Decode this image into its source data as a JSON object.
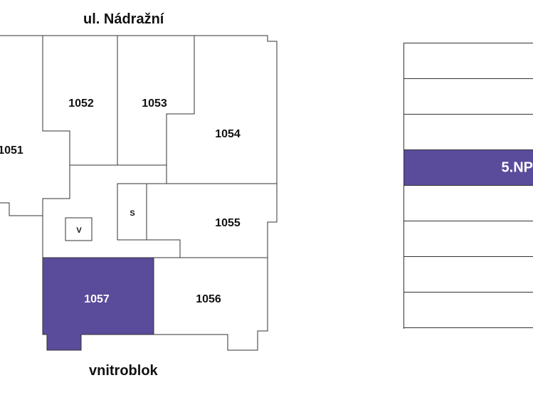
{
  "streets": {
    "top": "ul. Nádražní",
    "bottom": "vnitroblok"
  },
  "units": {
    "u1051": "1051",
    "u1052": "1052",
    "u1053": "1053",
    "u1054": "1054",
    "u1055": "1055",
    "u1056": "1056",
    "u1057": "1057",
    "stairs": "S",
    "elevator": "V"
  },
  "floor_selector": {
    "active_label": "5.NP",
    "floor_count": 8,
    "active_index": 3
  },
  "colors": {
    "highlight": "#5b4b9b",
    "line": "#333333"
  }
}
